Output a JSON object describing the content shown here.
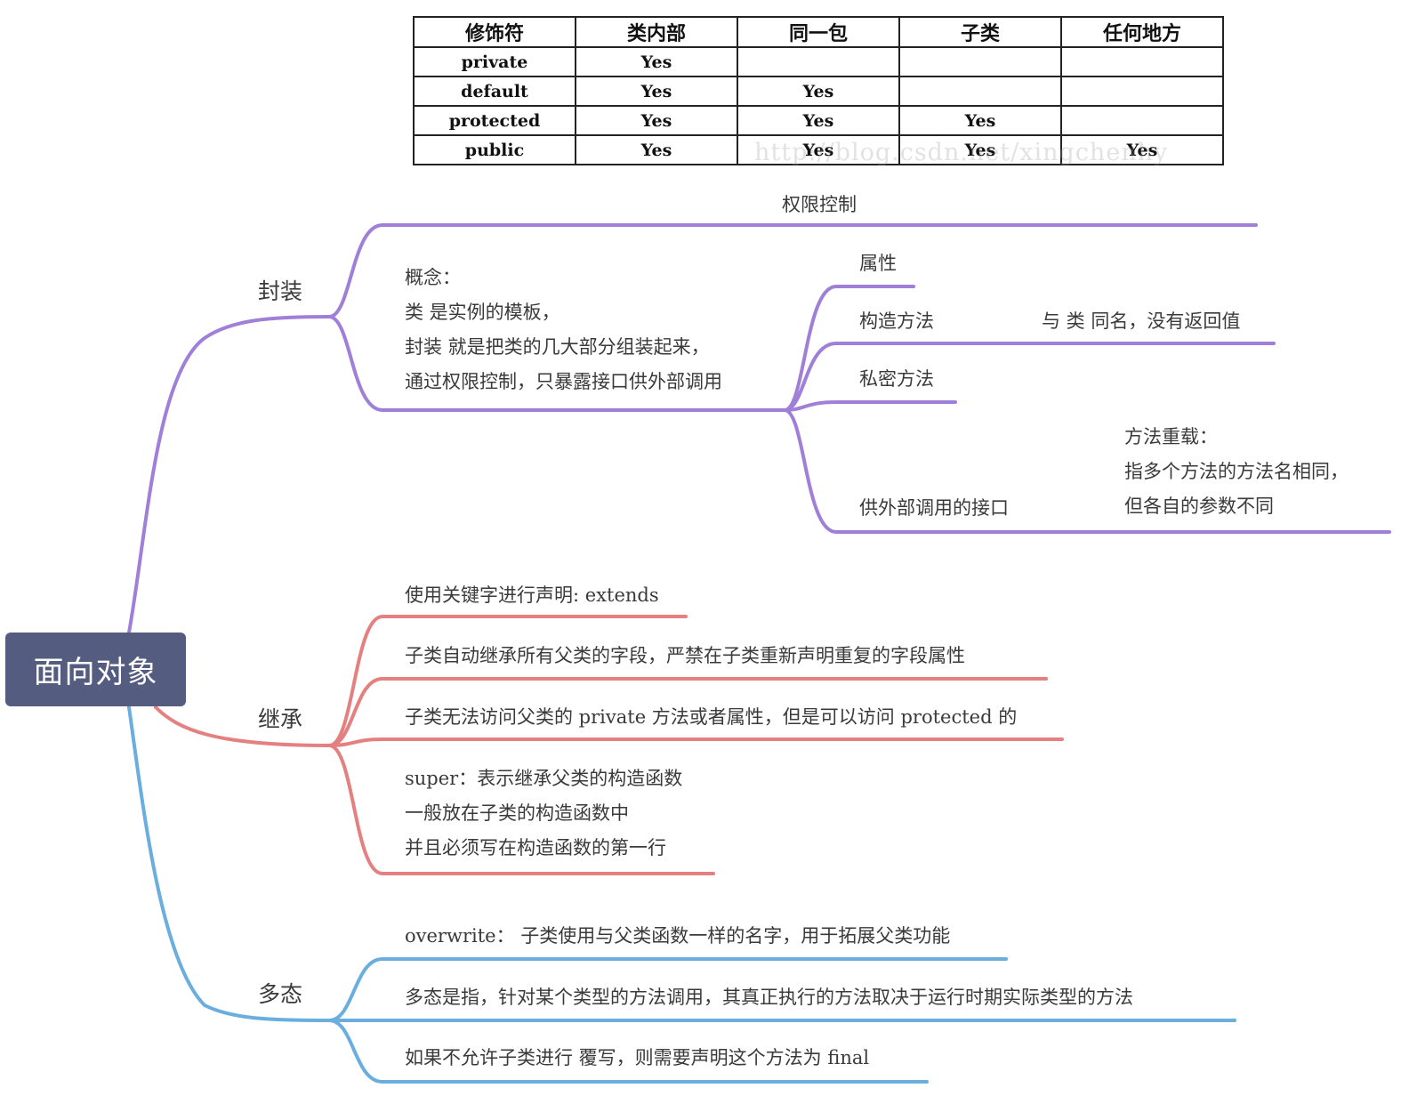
{
  "table": {
    "headers": [
      "修饰符",
      "类内部",
      "同一包",
      "子类",
      "任何地方"
    ],
    "rows": [
      [
        "private",
        "Yes",
        "",
        "",
        ""
      ],
      [
        "default",
        "Yes",
        "Yes",
        "",
        ""
      ],
      [
        "protected",
        "Yes",
        "Yes",
        "Yes",
        ""
      ],
      [
        "public",
        "Yes",
        "Yes",
        "Yes",
        "Yes"
      ]
    ],
    "watermark": "http://blog.csdn.net/xingchenhy"
  },
  "root": {
    "label": "面向对象",
    "color": "#545c80"
  },
  "colors": {
    "encapsulation": "#a07fd8",
    "inheritance": "#e4807f",
    "polymorphism": "#6aaee0"
  },
  "encapsulation": {
    "label": "封装",
    "access_control": "权限控制",
    "concept_lines": [
      "概念：",
      "类 是实例的模板，",
      "封装 就是把类的几大部分组装起来，",
      "通过权限控制，只暴露接口供外部调用"
    ],
    "attribute": "属性",
    "constructor": "构造方法",
    "constructor_note": "与 类 同名，没有返回值",
    "private_method": "私密方法",
    "interface": "供外部调用的接口",
    "overload_lines": [
      "方法重载：",
      "指多个方法的方法名相同，",
      "但各自的参数不同"
    ]
  },
  "inheritance": {
    "label": "继承",
    "item1": "使用关键字进行声明: extends",
    "item2": "子类自动继承所有父类的字段，严禁在子类重新声明重复的字段属性",
    "item3": "子类无法访问父类的 private 方法或者属性，但是可以访问 protected 的",
    "super_lines": [
      "super：表示继承父类的构造函数",
      "一般放在子类的构造函数中",
      "并且必须写在构造函数的第一行"
    ]
  },
  "polymorphism": {
    "label": "多态",
    "item1": "overwrite： 子类使用与父类函数一样的名字，用于拓展父类功能",
    "item2": "多态是指，针对某个类型的方法调用，其真正执行的方法取决于运行时期实际类型的方法",
    "item3": "如果不允许子类进行 覆写，则需要声明这个方法为 final"
  }
}
